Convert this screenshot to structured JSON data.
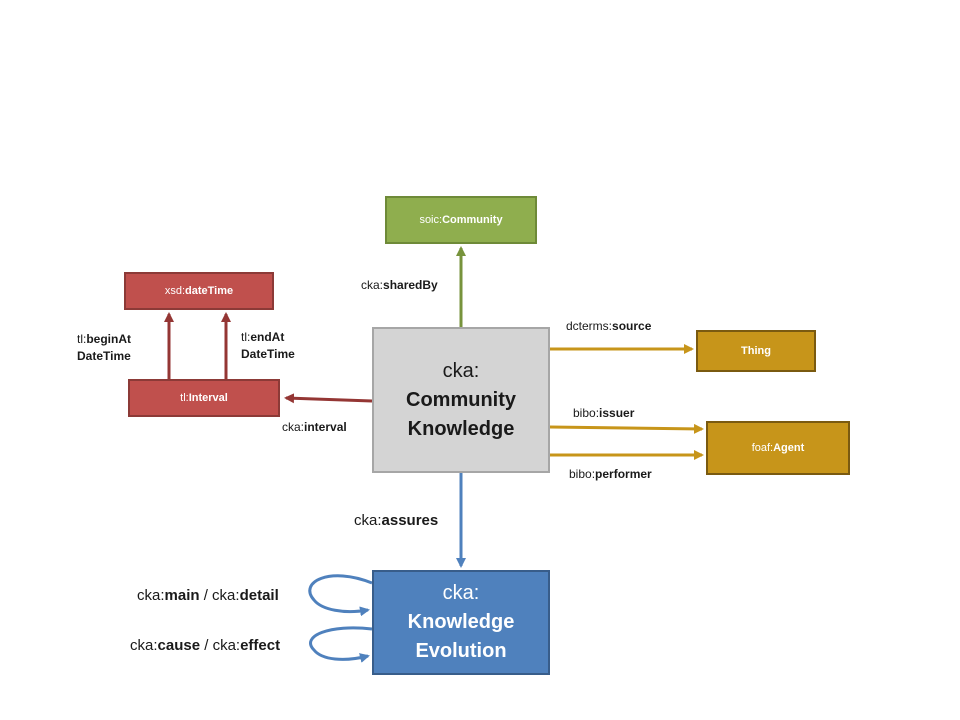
{
  "colors": {
    "community": "#8fae4e",
    "time": "#c0504d",
    "agent": "#c7951a",
    "core": "#d4d4d4",
    "evolution": "#4f81bd"
  },
  "nodes": {
    "community": {
      "prefix": "soic:",
      "name": "Community"
    },
    "datetime": {
      "prefix": "xsd:",
      "name": "dateTime"
    },
    "interval": {
      "prefix": "tl:",
      "name": "Interval"
    },
    "thing": {
      "name": "Thing"
    },
    "agent": {
      "prefix": "foaf:",
      "name": "Agent"
    },
    "community_knowledge": {
      "prefix": "cka:",
      "line1": "Community",
      "line2": "Knowledge"
    },
    "knowledge_evolution": {
      "prefix": "cka:",
      "line1": "Knowledge",
      "line2": "Evolution"
    }
  },
  "edges": {
    "shared_by": {
      "prefix": "cka:",
      "name": "sharedBy"
    },
    "source": {
      "prefix": "dcterms:",
      "name": "source"
    },
    "issuer": {
      "prefix": "bibo:",
      "name": "issuer"
    },
    "performer": {
      "prefix": "bibo:",
      "name": "performer"
    },
    "interval": {
      "prefix": "cka:",
      "name": "interval"
    },
    "begin_at": {
      "prefix": "tl:",
      "name": "beginAt",
      "line2": "DateTime"
    },
    "end_at": {
      "prefix": "tl:",
      "name": "endAt",
      "line2": "DateTime"
    },
    "assures": {
      "prefix": "cka:",
      "name": "assures"
    },
    "main_detail": {
      "prefix1": "cka:",
      "name1": "main",
      "sep": " / ",
      "prefix2": "cka:",
      "name2": "detail"
    },
    "cause_effect": {
      "prefix1": "cka:",
      "name1": "cause",
      "sep": " / ",
      "prefix2": "cka:",
      "name2": "effect"
    }
  }
}
